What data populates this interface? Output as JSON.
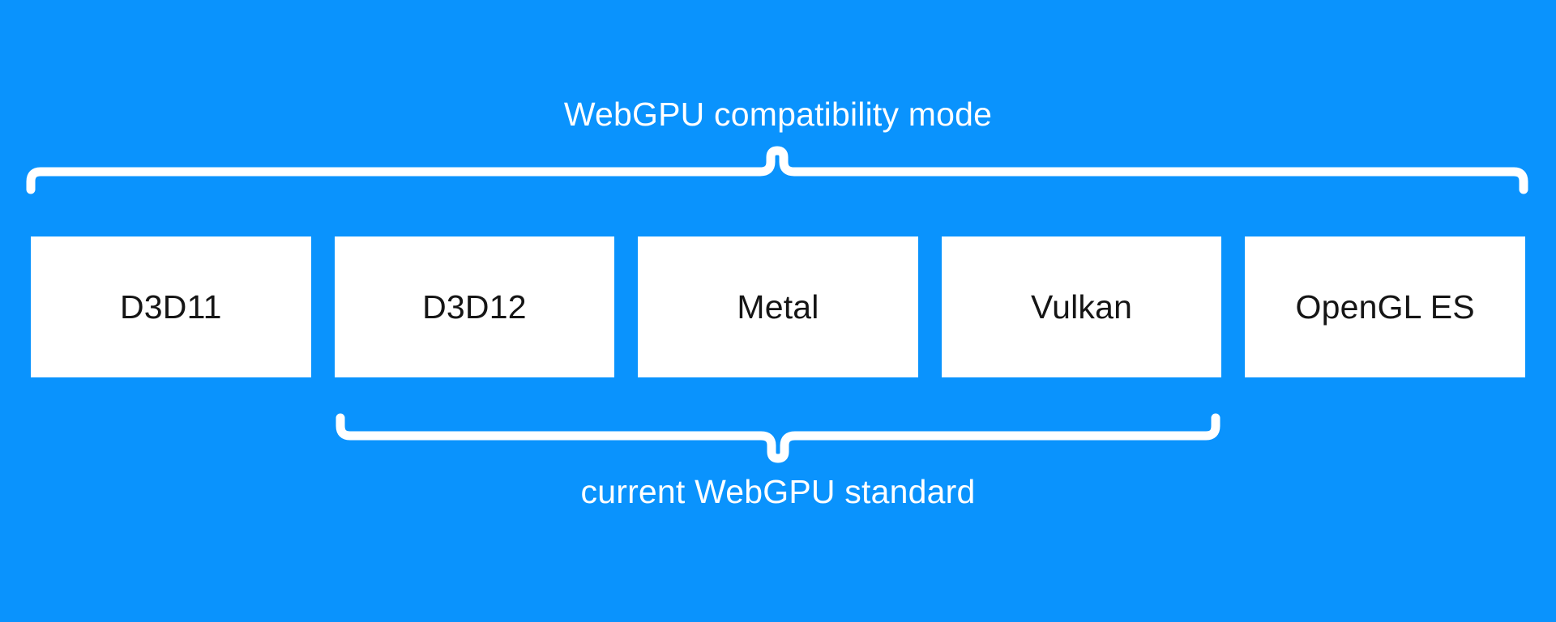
{
  "background_color": "#0a93fd",
  "box_color": "#ffffff",
  "box_text_color": "#151515",
  "caption_text_color": "#ffffff",
  "diagram": {
    "title": "WebGPU compatibility mode",
    "top_bracket": {
      "label": "WebGPU compatibility mode",
      "covers": [
        "D3D11",
        "D3D12",
        "Metal",
        "Vulkan",
        "OpenGL ES"
      ]
    },
    "bottom_bracket": {
      "label": "current WebGPU standard",
      "covers": [
        "D3D12",
        "Metal",
        "Vulkan"
      ]
    },
    "boxes": [
      {
        "label": "D3D11"
      },
      {
        "label": "D3D12"
      },
      {
        "label": "Metal"
      },
      {
        "label": "Vulkan"
      },
      {
        "label": "OpenGL ES"
      }
    ]
  }
}
